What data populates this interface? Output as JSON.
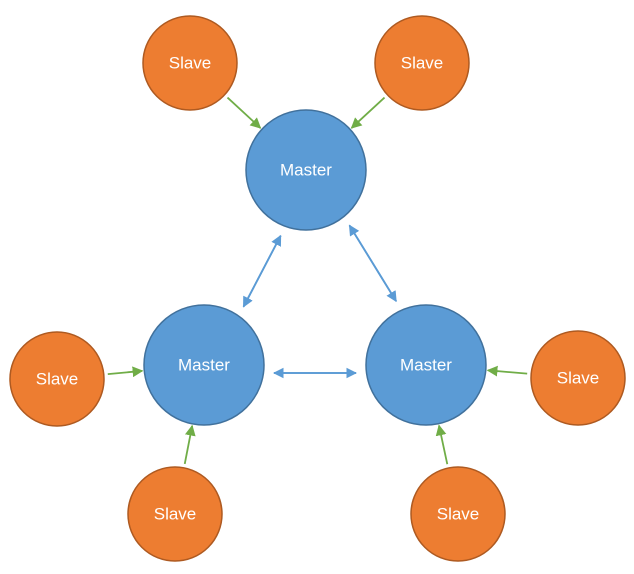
{
  "title": "Master-Slave Cluster Topology",
  "colors": {
    "master_fill": "#5b9bd5",
    "master_stroke": "#41719c",
    "slave_fill": "#ed7d31",
    "slave_stroke": "#ae5a21",
    "master_link": "#5b9bd5",
    "slave_link": "#70ad47"
  },
  "nodes": [
    {
      "id": "master-top",
      "type": "master",
      "label": "Master"
    },
    {
      "id": "master-left",
      "type": "master",
      "label": "Master"
    },
    {
      "id": "master-right",
      "type": "master",
      "label": "Master"
    },
    {
      "id": "slave-top-left",
      "type": "slave",
      "label": "Slave"
    },
    {
      "id": "slave-top-right",
      "type": "slave",
      "label": "Slave"
    },
    {
      "id": "slave-left",
      "type": "slave",
      "label": "Slave"
    },
    {
      "id": "slave-bottom-left",
      "type": "slave",
      "label": "Slave"
    },
    {
      "id": "slave-right",
      "type": "slave",
      "label": "Slave"
    },
    {
      "id": "slave-bottom-right",
      "type": "slave",
      "label": "Slave"
    }
  ],
  "edges": [
    {
      "from": "slave-top-left",
      "to": "master-top",
      "kind": "slave"
    },
    {
      "from": "slave-top-right",
      "to": "master-top",
      "kind": "slave"
    },
    {
      "from": "slave-left",
      "to": "master-left",
      "kind": "slave"
    },
    {
      "from": "slave-bottom-left",
      "to": "master-left",
      "kind": "slave"
    },
    {
      "from": "slave-right",
      "to": "master-right",
      "kind": "slave"
    },
    {
      "from": "slave-bottom-right",
      "to": "master-right",
      "kind": "slave"
    },
    {
      "from": "master-top",
      "to": "master-left",
      "kind": "master"
    },
    {
      "from": "master-left",
      "to": "master-top",
      "kind": "master"
    },
    {
      "from": "master-top",
      "to": "master-right",
      "kind": "master"
    },
    {
      "from": "master-right",
      "to": "master-top",
      "kind": "master"
    },
    {
      "from": "master-right",
      "to": "master-left",
      "kind": "master"
    },
    {
      "from": "master-left",
      "to": "master-right",
      "kind": "master"
    }
  ]
}
